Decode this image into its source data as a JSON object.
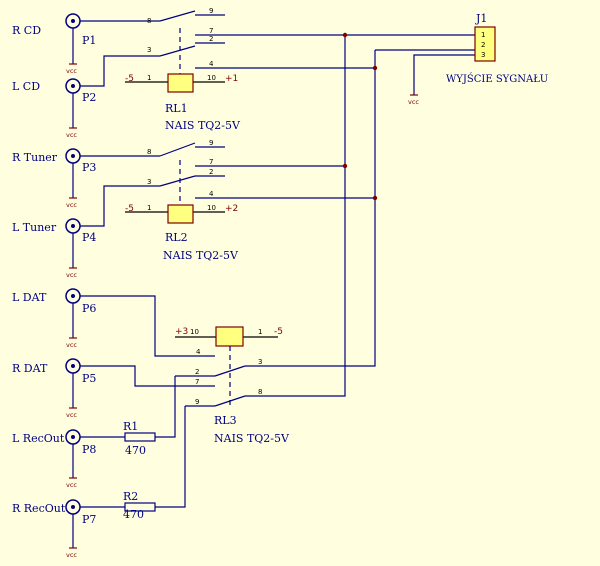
{
  "inputs": [
    {
      "label": "R CD",
      "designator": "P1"
    },
    {
      "label": "L CD",
      "designator": "P2"
    },
    {
      "label": "R Tuner",
      "designator": "P3"
    },
    {
      "label": "L Tuner",
      "designator": "P4"
    },
    {
      "label": "L DAT",
      "designator": "P6"
    },
    {
      "label": "R DAT",
      "designator": "P5"
    },
    {
      "label": "L RecOut",
      "designator": "P8"
    },
    {
      "label": "R RecOut",
      "designator": "P7"
    }
  ],
  "vcc_label": "vcc",
  "relays": [
    {
      "designator": "RL1",
      "part": "NAIS TQ2-5V",
      "coil_left_signal": "-5",
      "coil_right_signal": "+1",
      "pins": {
        "p1": "1",
        "p2": "2",
        "p3": "3",
        "p4": "4",
        "p7": "7",
        "p8": "8",
        "p9": "9",
        "p10": "10"
      }
    },
    {
      "designator": "RL2",
      "part": "NAIS TQ2-5V",
      "coil_left_signal": "-5",
      "coil_right_signal": "+2",
      "pins": {
        "p1": "1",
        "p2": "2",
        "p3": "3",
        "p4": "4",
        "p7": "7",
        "p8": "8",
        "p9": "9",
        "p10": "10"
      }
    },
    {
      "designator": "RL3",
      "part": "NAIS TQ2-5V",
      "coil_left_signal": "+3",
      "coil_right_signal": "-5",
      "pins": {
        "p1": "1",
        "p2": "2",
        "p3": "3",
        "p4": "4",
        "p7": "7",
        "p8": "8",
        "p9": "9",
        "p10": "10"
      }
    }
  ],
  "resistors": [
    {
      "designator": "R1",
      "value": "470"
    },
    {
      "designator": "R2",
      "value": "470"
    }
  ],
  "connector": {
    "designator": "J1",
    "label": "WYJŚCIE SYGNAŁU",
    "pins": [
      "1",
      "2",
      "3"
    ]
  },
  "colors": {
    "background": "#ffffe0",
    "wire": "#000080",
    "power": "#800000",
    "component_fill": "#ffff80"
  }
}
